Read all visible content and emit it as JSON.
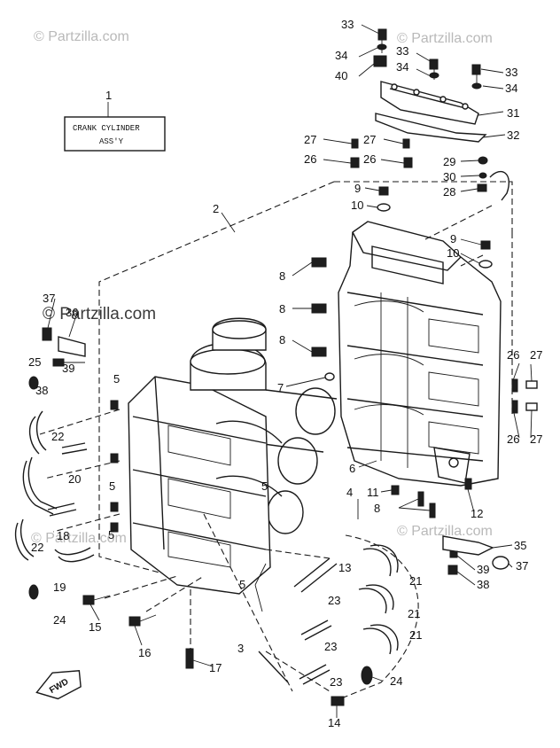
{
  "watermark": {
    "text": "© Partzilla.com"
  },
  "assembly_box": {
    "number": "1",
    "line1": "CRANK CYLINDER",
    "line2": "ASS'Y"
  },
  "fwd_label": "FWD",
  "callouts": [
    {
      "label": "33"
    },
    {
      "label": "34"
    },
    {
      "label": "40"
    },
    {
      "label": "33"
    },
    {
      "label": "34"
    },
    {
      "label": "33"
    },
    {
      "label": "34"
    },
    {
      "label": "31"
    },
    {
      "label": "32"
    },
    {
      "label": "27"
    },
    {
      "label": "27"
    },
    {
      "label": "26"
    },
    {
      "label": "26"
    },
    {
      "label": "29"
    },
    {
      "label": "30"
    },
    {
      "label": "28"
    },
    {
      "label": "9"
    },
    {
      "label": "10"
    },
    {
      "label": "2"
    },
    {
      "label": "9"
    },
    {
      "label": "10"
    },
    {
      "label": "8"
    },
    {
      "label": "8"
    },
    {
      "label": "8"
    },
    {
      "label": "37"
    },
    {
      "label": "36"
    },
    {
      "label": "25"
    },
    {
      "label": "38"
    },
    {
      "label": "39"
    },
    {
      "label": "7"
    },
    {
      "label": "26"
    },
    {
      "label": "27"
    },
    {
      "label": "5"
    },
    {
      "label": "22"
    },
    {
      "label": "26"
    },
    {
      "label": "27"
    },
    {
      "label": "6"
    },
    {
      "label": "20"
    },
    {
      "label": "5"
    },
    {
      "label": "11"
    },
    {
      "label": "5"
    },
    {
      "label": "4"
    },
    {
      "label": "8"
    },
    {
      "label": "12"
    },
    {
      "label": "18"
    },
    {
      "label": "5"
    },
    {
      "label": "22"
    },
    {
      "label": "35"
    },
    {
      "label": "13"
    },
    {
      "label": "39"
    },
    {
      "label": "37"
    },
    {
      "label": "19"
    },
    {
      "label": "5"
    },
    {
      "label": "21"
    },
    {
      "label": "38"
    },
    {
      "label": "23"
    },
    {
      "label": "24"
    },
    {
      "label": "15"
    },
    {
      "label": "21"
    },
    {
      "label": "23"
    },
    {
      "label": "16"
    },
    {
      "label": "21"
    },
    {
      "label": "3"
    },
    {
      "label": "17"
    },
    {
      "label": "23"
    },
    {
      "label": "24"
    },
    {
      "label": "14"
    }
  ]
}
